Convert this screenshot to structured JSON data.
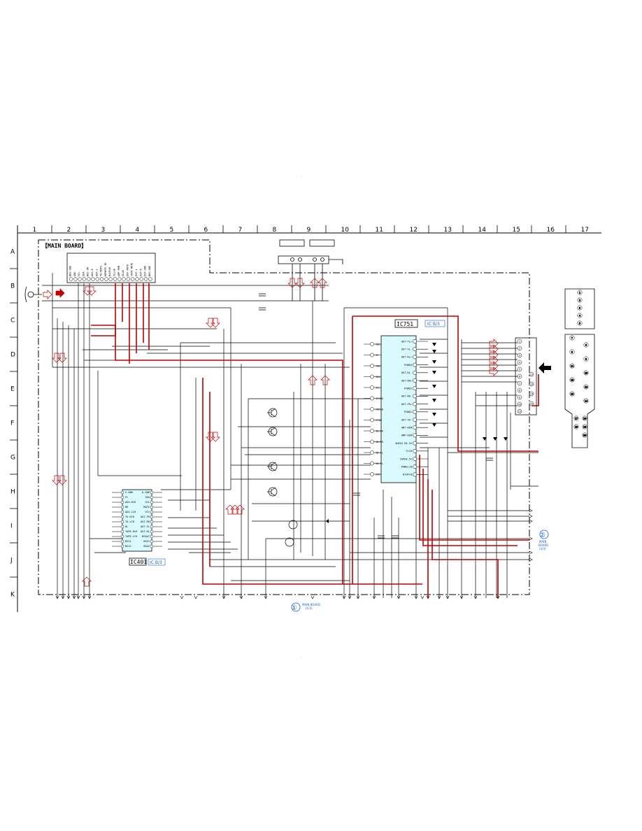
{
  "page_dots": [
    "."
  ],
  "grid": {
    "columns": [
      "1",
      "2",
      "3",
      "4",
      "5",
      "6",
      "7",
      "8",
      "9",
      "10",
      "11",
      "12",
      "13",
      "14",
      "15",
      "16",
      "17"
    ],
    "rows": [
      "A",
      "B",
      "C",
      "D",
      "E",
      "F",
      "G",
      "H",
      "I",
      "J",
      "K"
    ]
  },
  "board": {
    "title": "【MAIN BOARD】"
  },
  "ic751": {
    "label": "IC751",
    "ref": "IC B/3",
    "left_pins": [
      "CBU",
      "VP",
      "TAB",
      "SDA",
      "SCL",
      "I2CAD",
      "CDRIB",
      "STIB",
      "IN-FR",
      "IN-RR",
      "IN-FL",
      "IN-RL",
      "SVR"
    ],
    "right_pins": [
      "OUT-FL+",
      "OUT-FL-",
      "OUT-RL+",
      "PGND4",
      "OUT-RL-",
      "OUT-RR+",
      "PGND2",
      "OUT-RR-",
      "OUT-FR+",
      "PGND1",
      "OUT-FR-",
      "ANT-REM",
      "AMP-REM",
      "AUDIO EB 5V",
      "TLCH",
      "TAPE8.5V",
      "PANEL+B",
      "B+UP+B"
    ]
  },
  "ic401": {
    "label": "IC401",
    "ref": "IC B/3",
    "left_pins": [
      "V-GND",
      "FL",
      "AUX-RCH",
      "RR",
      "AUX-LCH",
      "TU-RCH",
      "TU-LCH",
      "RL",
      "TAPE-RCH",
      "TAPE-LCH",
      "BSI1",
      "BSI2"
    ],
    "right_pins": [
      "D-GND",
      "SDA",
      "SCL",
      "MUTE",
      "VCC",
      "OUT-FR",
      "OUT-RR",
      "OUT-FL",
      "OUT-RL",
      "BSOUT",
      "BSO1",
      "BSO2"
    ]
  },
  "header_pins": [
    "BUS-GND",
    "GND",
    "SCL",
    "SDA",
    "BUS ON",
    "AUX-R",
    "AUX-L",
    "TU-MUTE",
    "REMOTE-IN",
    "B+UP+B",
    "ILL+B",
    "AMP REM",
    "CD+B",
    "DEF MUTE",
    "TAPE MUTE",
    "DSP-L",
    "DSP-R",
    "DSP-GND",
    "BUS-GND"
  ],
  "connector_right_pins": [
    "1",
    "2",
    "3",
    "4",
    "5",
    "6",
    "7",
    "8",
    "9",
    "10",
    "11",
    "12",
    "13",
    "14",
    "15"
  ],
  "far_right_pins": [
    "1",
    "2",
    "3",
    "4",
    "5",
    "6",
    "7",
    "8",
    "9",
    "10",
    "11",
    "12",
    "13",
    "14",
    "15",
    "16",
    "17",
    "18",
    "19",
    "20"
  ],
  "off_page": [
    {
      "num": "①",
      "lines": [
        "MAIN BOARD",
        "(1/3)"
      ]
    },
    {
      "num": "②",
      "lines": [
        "MAIN",
        "BOARD",
        "(3/3)"
      ]
    }
  ],
  "colors": {
    "wire": "#000000",
    "highlight": "#c00000",
    "ic_fill": "#d9fbff",
    "ref_blue": "#1a5fd0"
  }
}
